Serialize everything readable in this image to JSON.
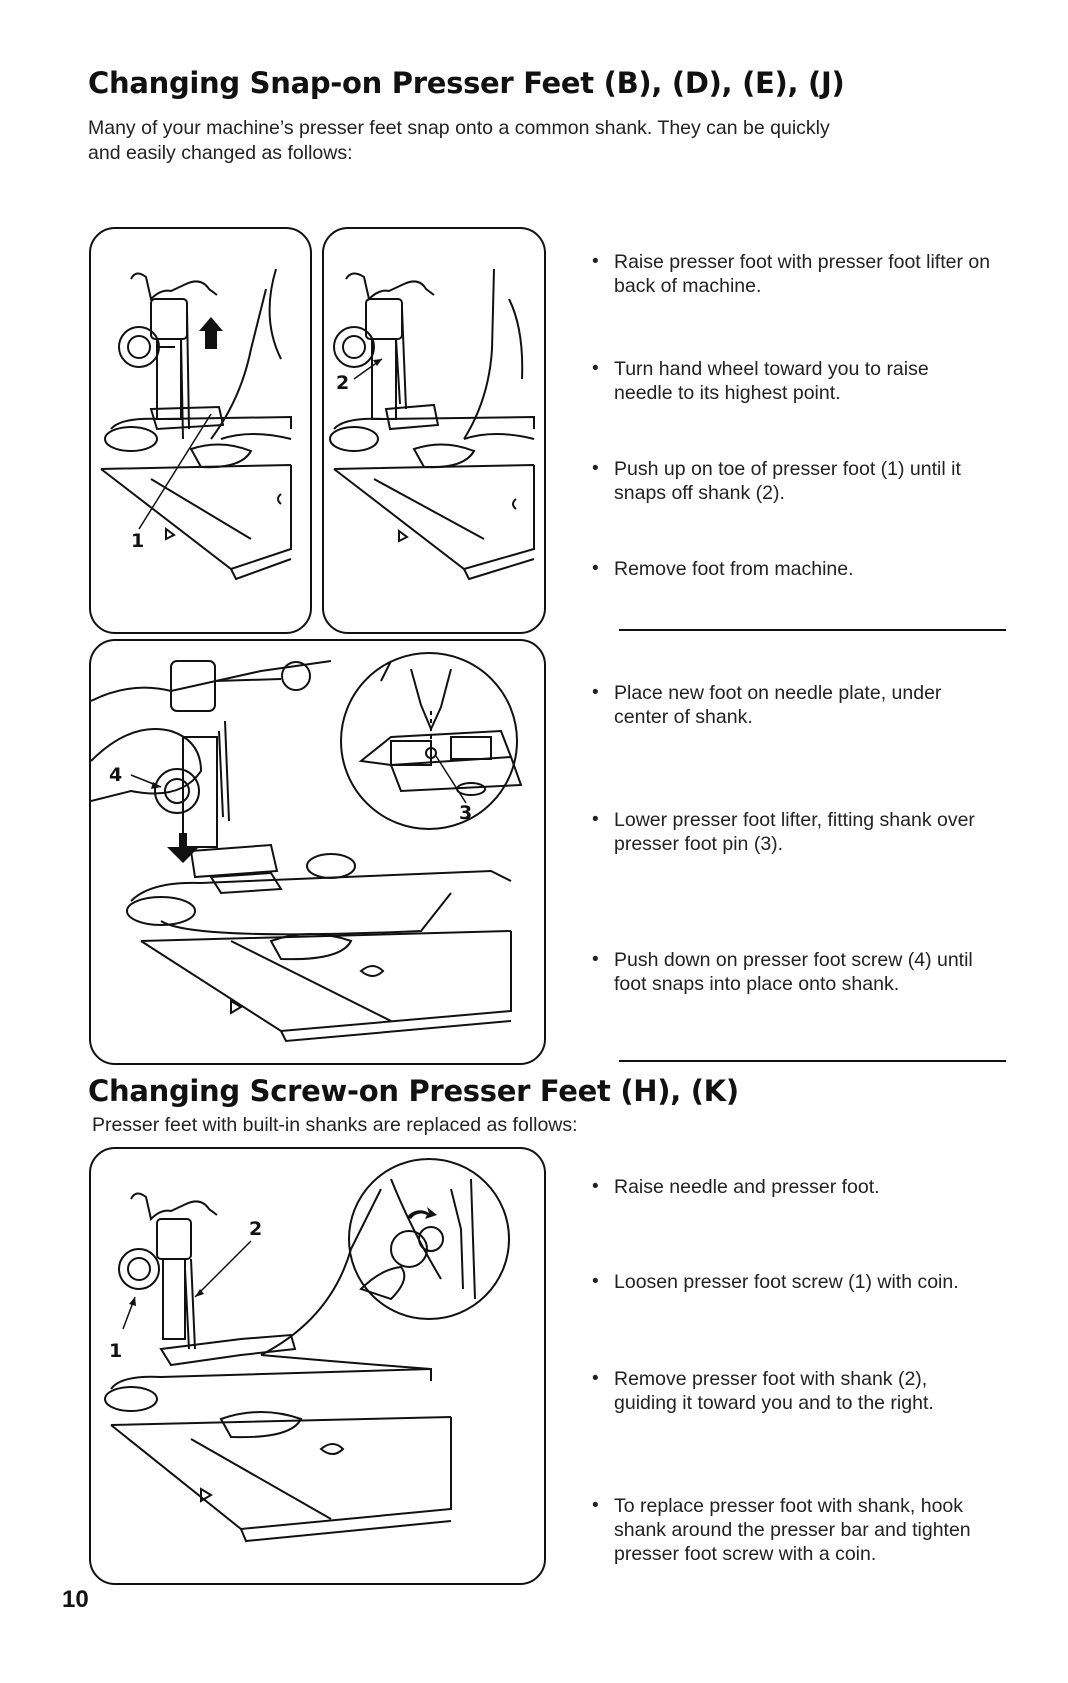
{
  "section1": {
    "title": "Changing Snap-on Presser Feet (B), (D), (E), (J)",
    "intro_line1": "Many of your machine’s presser feet snap onto a common shank. They can be quickly",
    "intro_line2": "and easily changed as follows:",
    "removal_steps": [
      {
        "line1": "Raise presser foot with presser foot lifter on",
        "line2": "back of machine."
      },
      {
        "line1": "Turn hand wheel toward you to raise",
        "line2": "needle to its highest point."
      },
      {
        "line1": "Push up on toe of presser foot (1) until it",
        "line2": "snaps off shank (2)."
      },
      {
        "line1": "Remove foot from machine.",
        "line2": ""
      }
    ],
    "attach_steps": [
      {
        "line1": "Place new foot on needle plate, under",
        "line2": "center of shank."
      },
      {
        "line1": "Lower presser foot lifter, fitting shank over",
        "line2": "presser foot pin (3)."
      },
      {
        "line1": "Push down on presser foot screw (4) until",
        "line2": "foot snaps into place onto shank."
      }
    ],
    "callouts": {
      "c1": "1",
      "c2": "2",
      "c3": "3",
      "c4": "4"
    }
  },
  "section2": {
    "title": "Changing Screw-on Presser Feet (H), (K)",
    "intro": "Presser feet with built-in shanks are replaced as follows:",
    "steps": [
      {
        "line1": "Raise needle and presser foot.",
        "line2": ""
      },
      {
        "line1": "Loosen presser foot screw (1) with coin.",
        "line2": ""
      },
      {
        "line1": "Remove presser foot with shank (2),",
        "line2": "guiding it toward you and to the right."
      },
      {
        "line1": "To replace presser foot with shank, hook",
        "line2": "shank around the presser bar and tighten",
        "line3": "presser foot screw with a coin."
      }
    ],
    "callouts": {
      "c1": "1",
      "c2": "2"
    }
  },
  "page_number": "10",
  "bullet_glyph": "•"
}
